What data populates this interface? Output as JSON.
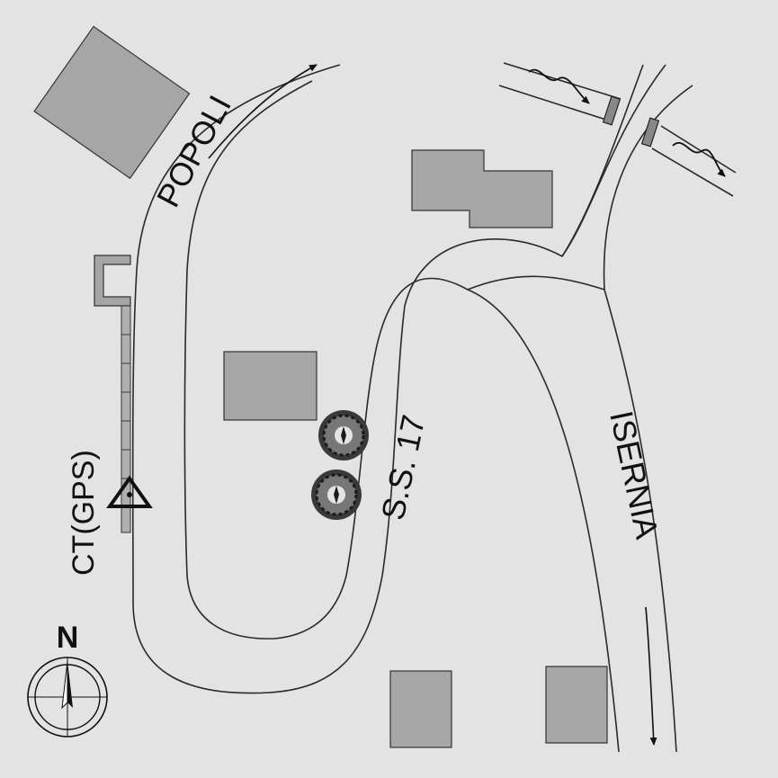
{
  "labels": {
    "popoli": "POPOLI",
    "road_name": "S.S. 17",
    "isernia": "ISERNIA",
    "station": "CT(GPS)",
    "north": "N"
  },
  "icons": {
    "station_marker": "triangle-station-icon",
    "compass": "compass-rose-icon",
    "tree": "tree-canopy-icon",
    "flow_arrow": "water-flow-arrow-icon",
    "direction_arrow": "road-direction-arrow-icon"
  },
  "colors": {
    "background": "#e3e3e3",
    "building": "#a6a6a6",
    "line": "#1a1a1a"
  }
}
